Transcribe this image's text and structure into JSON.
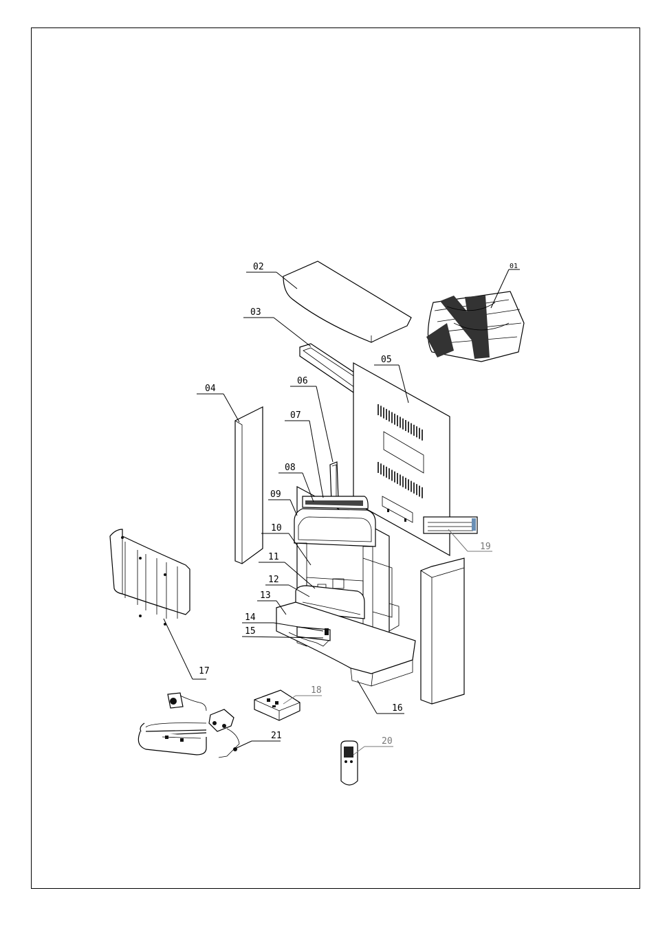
{
  "diagram": {
    "parts": [
      {
        "id": "01",
        "label": "01"
      },
      {
        "id": "02",
        "label": "02"
      },
      {
        "id": "03",
        "label": "03"
      },
      {
        "id": "04",
        "label": "04"
      },
      {
        "id": "05",
        "label": "05"
      },
      {
        "id": "06",
        "label": "06"
      },
      {
        "id": "07",
        "label": "07"
      },
      {
        "id": "08",
        "label": "08"
      },
      {
        "id": "09",
        "label": "09"
      },
      {
        "id": "10",
        "label": "10"
      },
      {
        "id": "11",
        "label": "11"
      },
      {
        "id": "12",
        "label": "12"
      },
      {
        "id": "13",
        "label": "13"
      },
      {
        "id": "14",
        "label": "14"
      },
      {
        "id": "15",
        "label": "15"
      },
      {
        "id": "16",
        "label": "16"
      },
      {
        "id": "17",
        "label": "17"
      },
      {
        "id": "18",
        "label": "18"
      },
      {
        "id": "19",
        "label": "19"
      },
      {
        "id": "20",
        "label": "20"
      },
      {
        "id": "21",
        "label": "21"
      }
    ]
  }
}
